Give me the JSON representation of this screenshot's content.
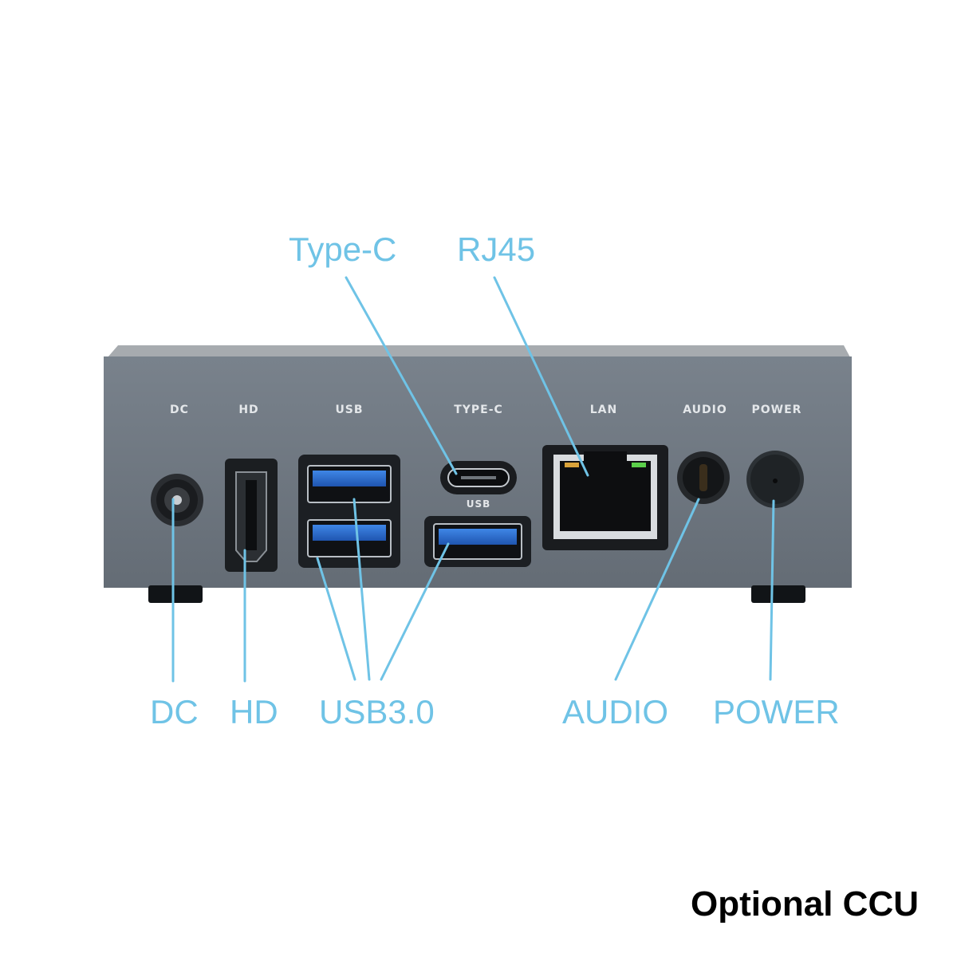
{
  "device": {
    "port_labels": {
      "dc": "DC",
      "hd": "HD",
      "usb": "USB",
      "type_c": "TYPE-C",
      "usb_small": "USB",
      "lan": "LAN",
      "audio": "AUDIO",
      "power": "POWER"
    }
  },
  "callouts": {
    "type_c": "Type-C",
    "rj45": "RJ45",
    "dc": "DC",
    "hd": "HD",
    "usb30": "USB3.0",
    "audio": "AUDIO",
    "power": "POWER"
  },
  "footer": {
    "text": "Optional CCU"
  },
  "colors": {
    "callout": "#6fc3e6",
    "case_face": "#6e7781",
    "case_top": "#9ea3a8",
    "usb_blue": "#2f6fd0",
    "footer_text": "#000000"
  }
}
